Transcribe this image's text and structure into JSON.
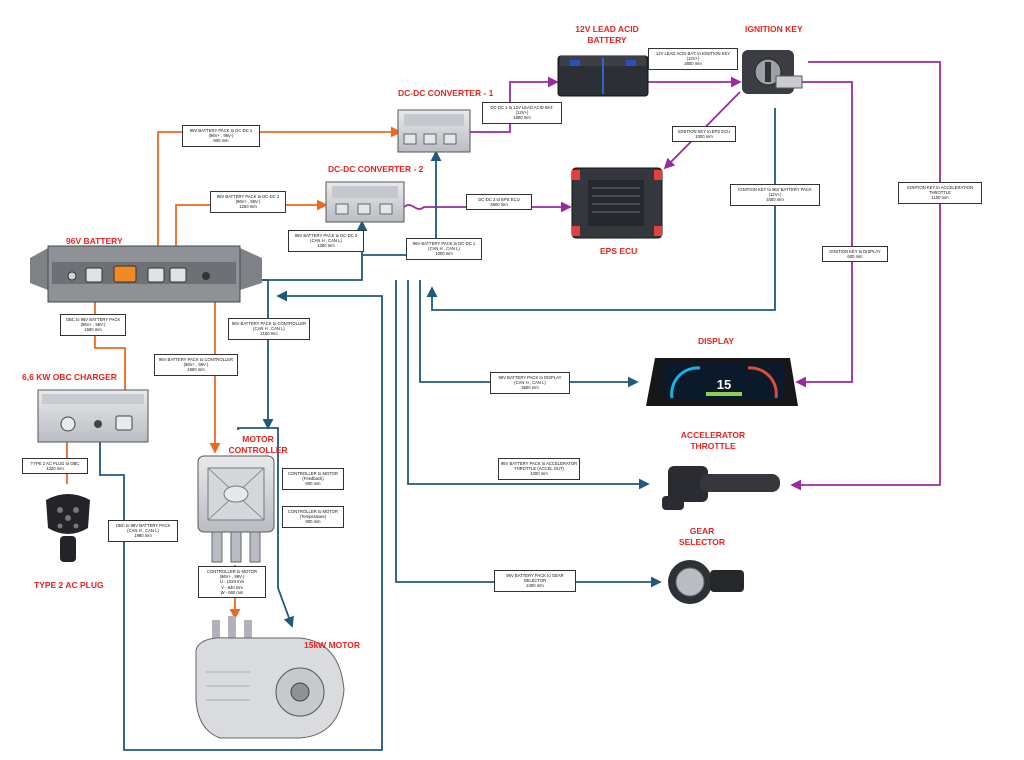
{
  "colors": {
    "dc": "#ec6a1f",
    "can": "#1f5a7a",
    "lv": "#9b2aa0",
    "title": "#e8231f"
  },
  "components": {
    "battery_96v": "96V BATTERY",
    "dcdc1": "DC-DC CONVERTER - 1",
    "dcdc2": "DC-DC CONVERTER - 2",
    "lead_acid": [
      "12V LEAD ACID",
      "BATTERY"
    ],
    "ignition_key": "IGNITION KEY",
    "eps_ecu": "EPS ECU",
    "display": "DISPLAY",
    "accelerator": [
      "ACCELERATOR",
      "THROTTLE"
    ],
    "gear_selector": [
      "GEAR",
      "SELECTOR"
    ],
    "obc_charger": "6,6 KW OBC CHARGER",
    "ac_plug": "TYPE 2 AC PLUG",
    "motor_controller": [
      "MOTOR",
      "CONTROLLER"
    ],
    "motor": "15kW MOTOR",
    "display_speed": "15"
  },
  "labels": {
    "bat_dcdc1": [
      "96V BATTERY PACK to DC-DC 1",
      "(96V+ , 96V-)",
      "900 mm"
    ],
    "dcdc1_lead": [
      "DC-DC 1 to 12V LEAD ACID BAT.",
      "(12V+)",
      "1800 mm"
    ],
    "lead_ign": [
      "12V LEAD ACID BAT. to IGNITION KEY",
      "(12V+)",
      "3600 mm"
    ],
    "ign_eps": [
      "IGNITION KEY to EPS ECU",
      "1000 mm"
    ],
    "bat_dcdc2": [
      "96V BATTERY PACK to DC-DC 2",
      "(96V+ , 96V-)",
      "1200 mm"
    ],
    "dcdc2_eps": [
      "DC-DC 2 to EPS ECU",
      "3600 mm"
    ],
    "bat_dcdc2_can": [
      "96V BATTERY PACK to DC-DC 2",
      "(CAN H , CAN L)",
      "1300 mm"
    ],
    "bat_dcdc1_can": [
      "96V BATTERY PACK to DC-DC 1",
      "(CAN H , CAN L)",
      "1000 mm"
    ],
    "ign_bat": [
      "IGNITION KEY to 96V BATTERY PACK",
      "(12V+)",
      "3400 mm"
    ],
    "ign_display": [
      "IGNITION KEY to DISPLAY",
      "600 mm"
    ],
    "ign_accel": [
      "IGNITION KEY to ACCELERATION THROTTLE",
      "1100 mm"
    ],
    "obc_bat": [
      "OBC to 96V BATTERY PACK",
      "(96V+ , 96V-)",
      "1560 mm"
    ],
    "bat_ctrl_can": [
      "96V BATTERY PACK to CONTROLLER",
      "(CAN H , CAN L)",
      "2100 mm"
    ],
    "bat_ctrl_pwr": [
      "96V BATTERY PACK to CONTROLLER",
      "(96V+ , 96V-)",
      "1800 mm"
    ],
    "bat_display": [
      "96V BATTERY PACK to DISPLAY",
      "(CAN H , CAN L)",
      "3600 mm"
    ],
    "plug_obc": [
      "TYPE 2 AC PLUG to OBC",
      "4320 mm"
    ],
    "ctrl_motor_fb": [
      "CONTROLLER to MOTOR",
      "(Feedback)",
      "900 mm"
    ],
    "ctrl_motor_temp": [
      "CONTROLLER to MOTOR",
      "(Temperature)",
      "900 mm"
    ],
    "bat_accel": [
      "96V BATTERY PACK to ACCELERATOR",
      "THROTTLE (ACCEL OUT)",
      "4200 mm"
    ],
    "obc_bat_can": [
      "OBC to 96V BATTERY PACK",
      "(CAN H , CAN L)",
      "1980 mm"
    ],
    "ctrl_motor_pwr": [
      "CONTROLLER to MOTOR",
      "(96V+ , 96V-)",
      "U - 1020 mm",
      "V - 840 mm",
      "W - 660 mm"
    ],
    "bat_gear": [
      "96V BATTERY PACK to GEAR SELECTOR",
      "2400 mm"
    ]
  }
}
